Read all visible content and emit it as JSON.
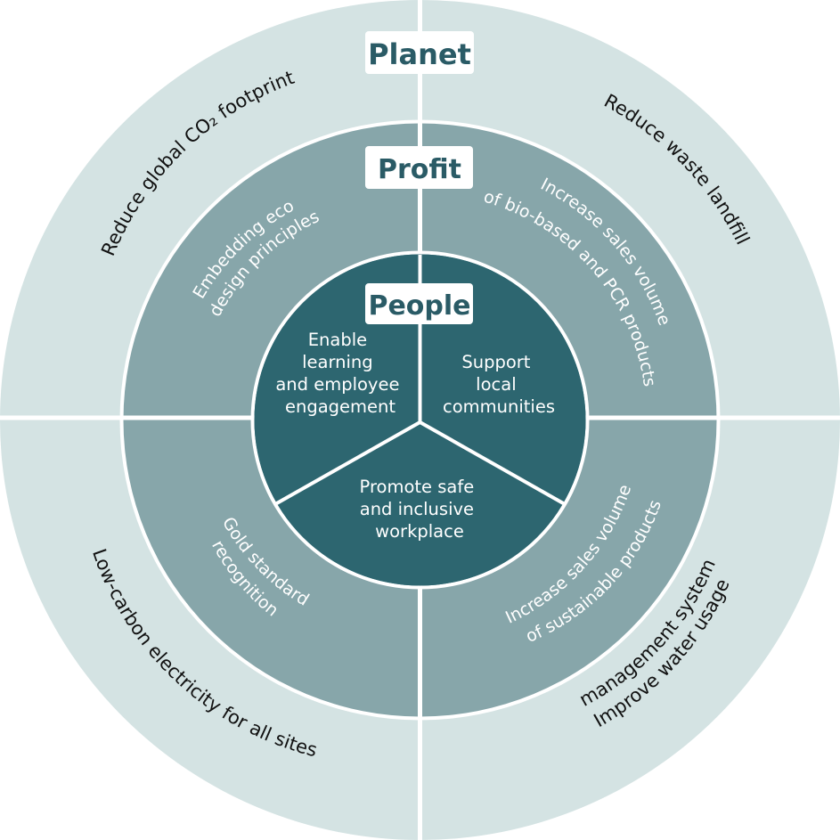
{
  "colors": {
    "outer_ring": "#d4e3e3",
    "middle_ring": "#87a6aa",
    "inner_circle": "#2d6670",
    "label_text": "#2a5b66",
    "divider": "#ffffff"
  },
  "rings": {
    "planet": {
      "label": "Planet",
      "items": {
        "top_left": "Reduce global CO₂ footprint",
        "top_right": "Reduce waste landfill",
        "bottom_left": "Low-carbon electricity for all sites",
        "bottom_right_line1": "Improve water usage",
        "bottom_right_line2": "management system"
      }
    },
    "profit": {
      "label": "Profit",
      "items": {
        "top_left_line1": "Embedding eco-",
        "top_left_line2": "design principles",
        "top_right_line1": "Increase sales volume",
        "top_right_line2": "of bio-based and PCR products",
        "bottom_left_line1": "Gold standard",
        "bottom_left_line2": "recognition",
        "bottom_right_line1": "Increase sales volume",
        "bottom_right_line2": "of sustainable products"
      }
    },
    "people": {
      "label": "People",
      "items": {
        "left": [
          "Enable",
          "learning",
          "and employee",
          "engagement"
        ],
        "right": [
          "Support",
          "local",
          "communities"
        ],
        "bottom": [
          "Promote safe",
          "and inclusive",
          "workplace"
        ]
      }
    }
  }
}
